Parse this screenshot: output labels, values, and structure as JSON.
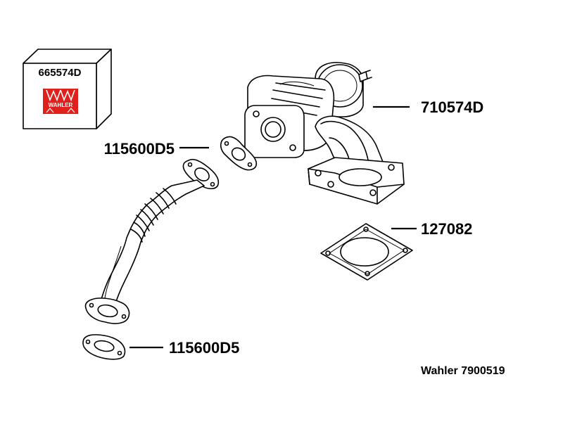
{
  "kit_box": {
    "part_number": "665574D",
    "logo_text": "WAHLER",
    "logo_color": "#e0201c"
  },
  "parts": [
    {
      "id": "egr-valve",
      "number": "710574D"
    },
    {
      "id": "gasket-upper",
      "number": "115600D5"
    },
    {
      "id": "square-gasket",
      "number": "127082"
    },
    {
      "id": "gasket-lower",
      "number": "115600D5"
    }
  ],
  "caption": "Wahler 7900519"
}
